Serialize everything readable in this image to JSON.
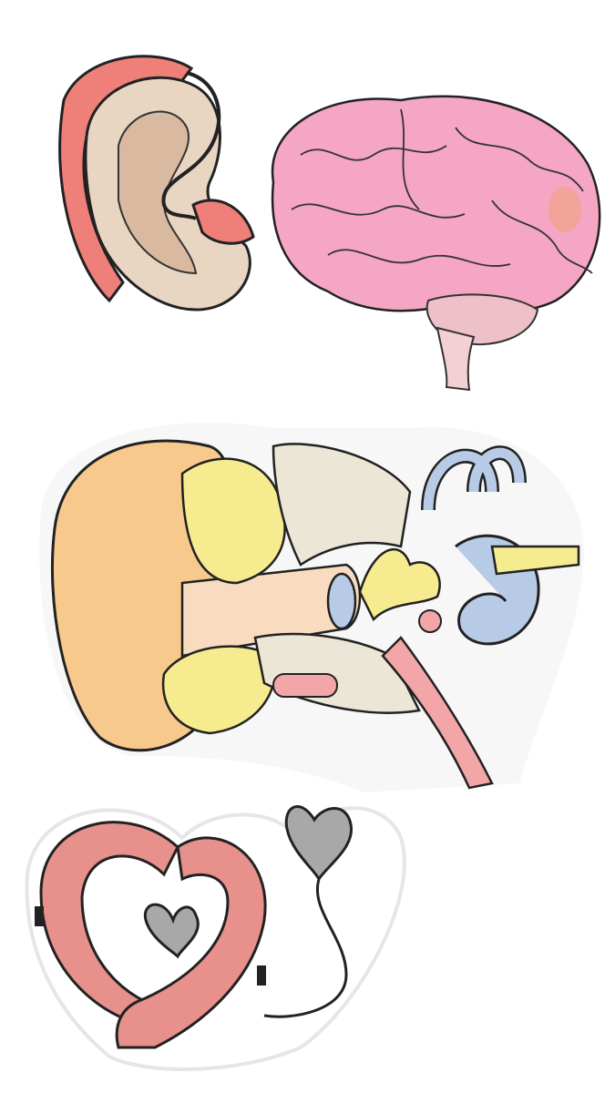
{
  "colors": {
    "background": "#ffffff",
    "hearing_aid": "#ef7f79",
    "ear_skin": "#e9d6c2",
    "brain": "#f4a6c4",
    "anatomy_ear": "#f8c98c",
    "cartilage_yellow": "#f6ec8f",
    "cochlea_blue": "#b8cbe6",
    "sticker_pink": "#e8918c",
    "heart_gray": "#a8a8a8"
  },
  "illustrations": [
    "ear-with-hearing-aid",
    "brain",
    "ear-anatomy",
    "heart-hearing-aids-sticker"
  ]
}
